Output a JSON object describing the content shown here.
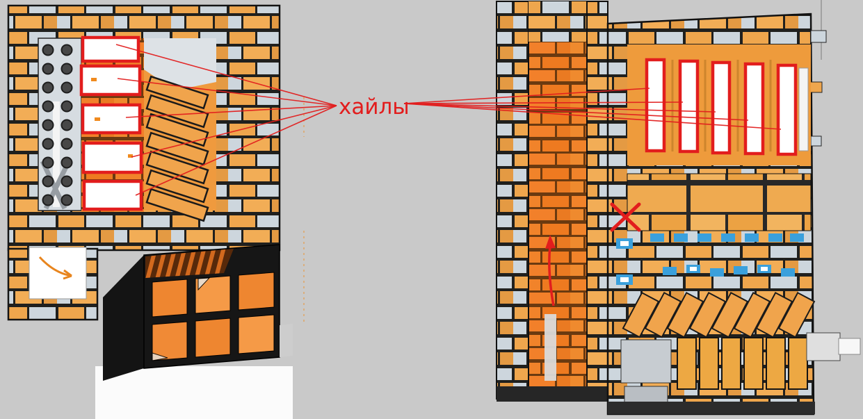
{
  "annotation": {
    "label": "хайлы",
    "label_color": "#e21d1d",
    "left_hailo_box_count": 5,
    "right_hailo_slot_count": 5
  },
  "palette": {
    "background_gray": "#c9c9c9",
    "mortar_black": "#1f1f1f",
    "brick_orange": "#f0a44c",
    "brick_hot_orange": "#f0812a",
    "cut_face_gray": "#ccd5dc",
    "highlight_red": "#e21d1d",
    "marker_blue": "#3aa0dc",
    "slot_white": "#ffffff",
    "firebox_black": "#161616"
  },
  "markers": {
    "blue_marker_count": 15
  }
}
